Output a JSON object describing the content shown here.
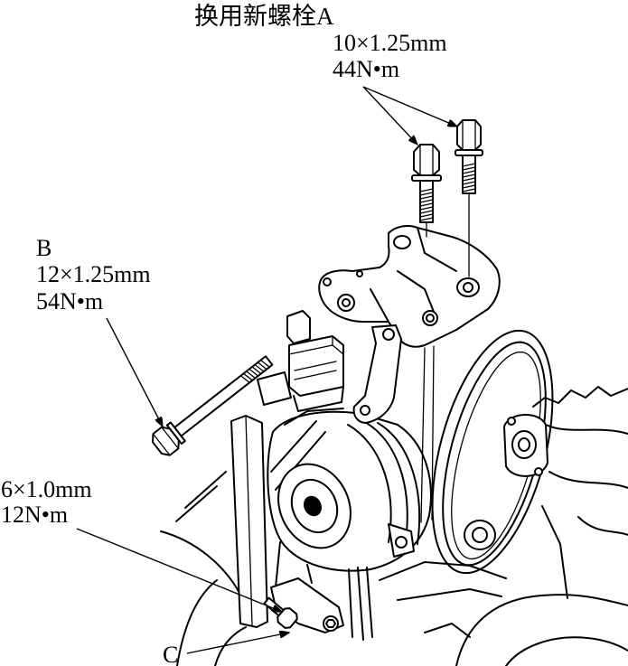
{
  "callouts": {
    "bolt_a": {
      "title": "换用新螺栓A",
      "size": "10×1.25mm",
      "torque": "44N•m"
    },
    "bolt_b": {
      "letter": "B",
      "size": "12×1.25mm",
      "torque": "54N•m"
    },
    "lower_bolt": {
      "size": "6×1.0mm",
      "torque": "12N•m"
    },
    "bolt_c": {
      "letter": "C"
    }
  },
  "colors": {
    "ink": "#000000",
    "paper": "#ffffff"
  }
}
